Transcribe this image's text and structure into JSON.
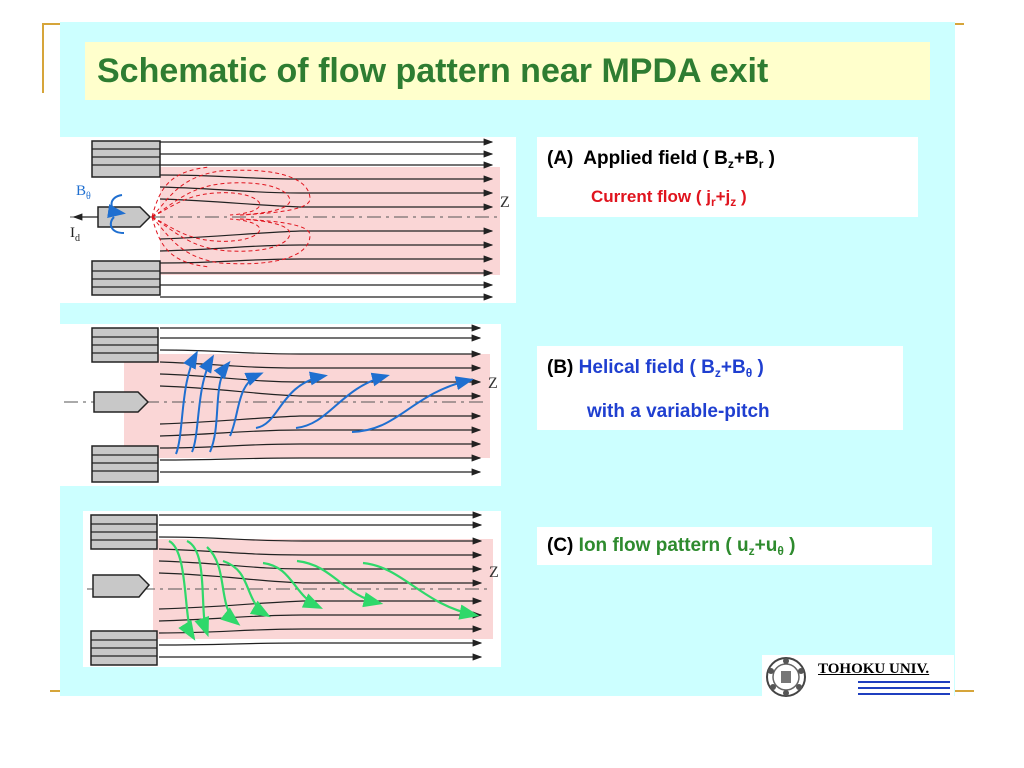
{
  "slide": {
    "title": "Schematic of flow pattern near MPDA exit"
  },
  "figures": {
    "axis_label": "Z",
    "b_theta": "B",
    "b_theta_sub": "θ",
    "i_d": "I",
    "i_d_sub": "d"
  },
  "panel_a": {
    "prefix": "(A)",
    "line1_text": "Applied field  ( B",
    "line1_sub1": "z",
    "line1_mid": "+B",
    "line1_sub2": "r",
    "line1_end": " )",
    "line2_text": "Current flow ( j",
    "line2_sub1": "r",
    "line2_mid": "+j",
    "line2_sub2": "z",
    "line2_end": " )"
  },
  "panel_b": {
    "prefix": "(B)",
    "line1_text": "Helical field  ( B",
    "line1_sub1": "z",
    "line1_mid": "+B",
    "line1_sub2": "θ",
    "line1_end": " )",
    "line2_text": "with a  variable-pitch"
  },
  "panel_c": {
    "prefix": "(C)",
    "line1_text": "Ion flow pattern  ( u",
    "line1_sub1": "z",
    "line1_mid": "+u",
    "line1_sub2": "θ",
    "line1_end": " )"
  },
  "logo": {
    "text": "TOHOKU UNIV."
  },
  "colors": {
    "title": "#2e7d32",
    "current": "#e0141e",
    "helical": "#1f6fd0",
    "ion": "#2fd86a",
    "plume": "#f8c8c8"
  }
}
